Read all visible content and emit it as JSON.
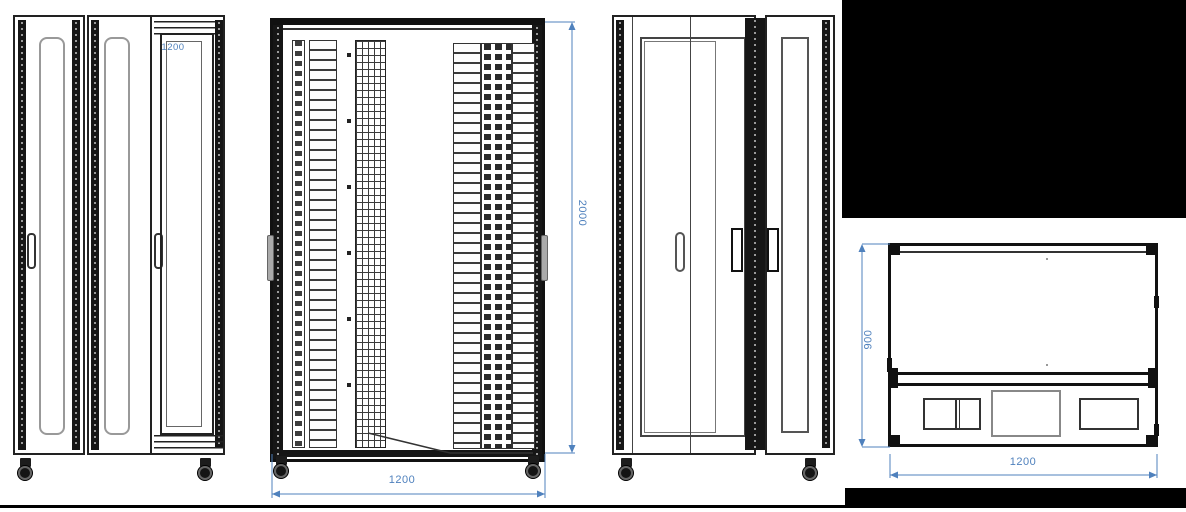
{
  "colors": {
    "dimension_blue": "#4f81bd",
    "line_dark": "#1a1a1a",
    "redaction_black": "#000000",
    "background_white": "#ffffff"
  },
  "dimensions": {
    "side_left_width_label": "1200",
    "front_width_label": "1200",
    "front_height_label": "2000",
    "top_depth_label": "900",
    "top_width_label": "1200"
  }
}
